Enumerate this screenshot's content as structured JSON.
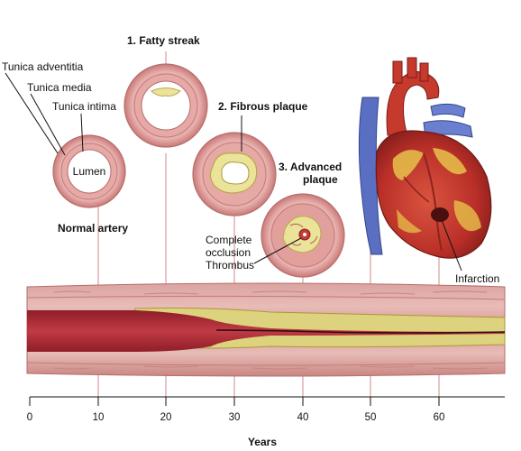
{
  "labels": {
    "tunica_adventitia": "Tunica adventitia",
    "tunica_media": "Tunica media",
    "tunica_intima": "Tunica intima",
    "lumen": "Lumen",
    "normal_artery": "Normal artery",
    "fatty_streak": "1. Fatty streak",
    "fibrous_plaque": "2. Fibrous plaque",
    "advanced_plaque_line1": "3. Advanced",
    "advanced_plaque_line2": "plaque",
    "complete": "Complete",
    "occlusion": "occlusion",
    "thrombus": "Thrombus",
    "infarction": "Infarction"
  },
  "axis": {
    "title": "Years",
    "ticks": [
      "0",
      "10",
      "20",
      "30",
      "40",
      "50",
      "60"
    ]
  },
  "colors": {
    "adventitia": "#e8b2ae",
    "wall_dark": "#c97a78",
    "plaque": "#e8e090",
    "lumen_blood": "#b8343c",
    "heart_red": "#c63a2e",
    "vein_blue": "#5a6fc2"
  }
}
